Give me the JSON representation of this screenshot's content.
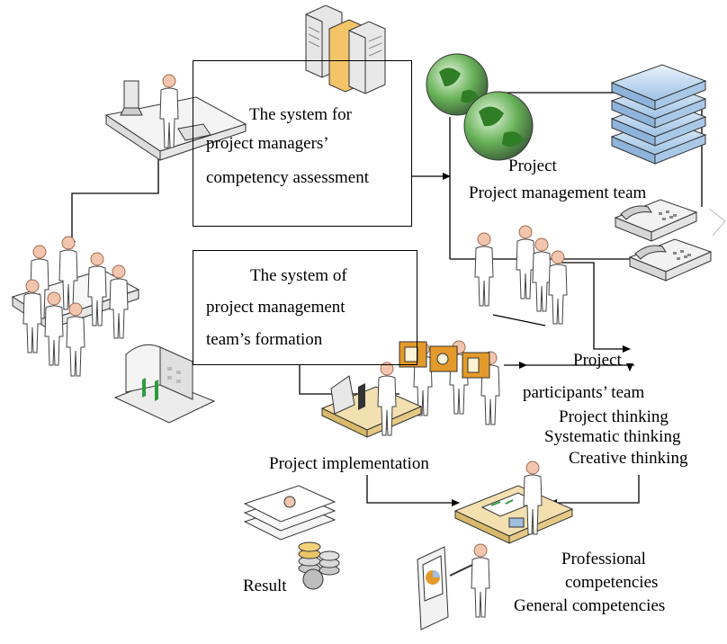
{
  "boxes": {
    "assessment": {
      "line1": "The system for",
      "line2": "project managers’",
      "line3": "competency assessment"
    },
    "formation": {
      "line1": "The system of",
      "line2": "project management",
      "line3": "team’s formation"
    }
  },
  "labels": {
    "project": "Project",
    "pm_team": "Project management team",
    "participants_1": "Project",
    "participants_2": "participants’ team",
    "project_thinking": "Project thinking",
    "systematic_thinking": "Systematic thinking",
    "creative_thinking": "Creative thinking",
    "project_implementation": "Project implementation",
    "result": "Result",
    "professional_1": "Professional",
    "professional_2": "competencies",
    "general": "General competencies"
  },
  "icons": [
    "computer-workstation-icon",
    "server-tower-icon",
    "globe-icon",
    "database-stack-icon",
    "telephone-icon",
    "meeting-table-icon",
    "office-building-icon",
    "people-group-icon",
    "people-with-boxes-icon",
    "lab-worker-icon",
    "desk-worker-icon",
    "documents-coins-icon",
    "presenter-icon"
  ],
  "colors": {
    "line": "#000000",
    "person_head": "#f2c6ae",
    "person_body": "#ffffff",
    "globe_green": "#3a9a2a",
    "box_orange": "#e49a2a",
    "server_gray": "#d9d9d9",
    "db_blue": "#b8d4ee"
  }
}
